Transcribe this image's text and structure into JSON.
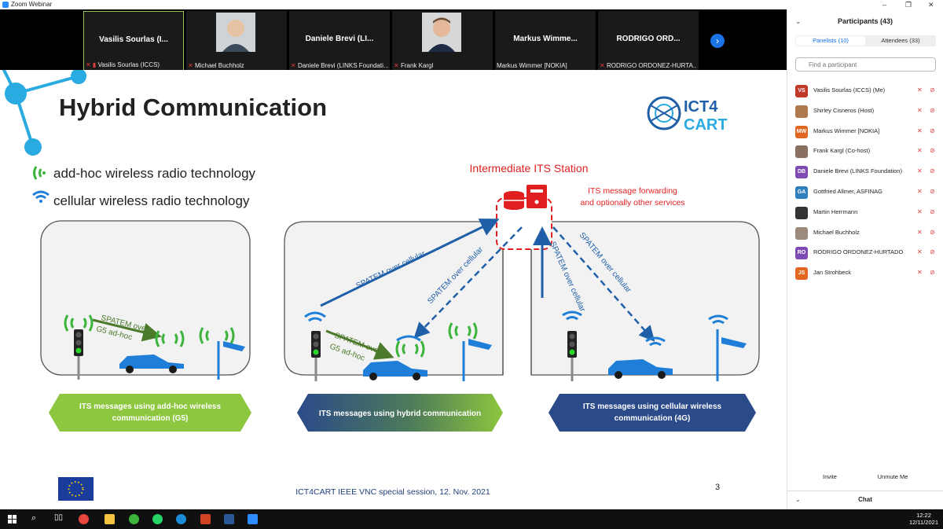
{
  "window": {
    "title": "Zoom Webinar",
    "controls": [
      "–",
      "❐",
      "✕"
    ]
  },
  "video_strip": [
    {
      "name": "Vasilis Sourlas (I...",
      "label": "Vasilis Sourlas (ICCS)"
    },
    {
      "name": "",
      "label": "Michael Buchholz"
    },
    {
      "name": "Daniele Brevi (LI...",
      "label": "Daniele Brevi (LINKS Foundati..."
    },
    {
      "name": "",
      "label": "Frank Kargl"
    },
    {
      "name": "Markus Wimme...",
      "label": "Markus Wimmer [NOKIA]"
    },
    {
      "name": "RODRIGO ORD...",
      "label": "RODRIGO ORDONEZ-HURTA..."
    }
  ],
  "slide": {
    "title": "Hybrid Communication",
    "logo_top": "ICT4",
    "logo_bottom": "CART",
    "legend": [
      "add-hoc wireless radio technology",
      "cellular wireless radio technology"
    ],
    "station_title": "Intermediate ITS Station",
    "station_note_1": "ITS message forwarding",
    "station_note_2": "and optionally other services",
    "spatem_cellular": "SPATEM over cellular",
    "spatem_g5_1": "SPATEM over",
    "spatem_g5_2": "G5 ad-hoc",
    "banner1_l1": "ITS messages using add-hoc wireless",
    "banner1_l2": "communication (G5)",
    "banner2": "ITS messages using hybrid communication",
    "banner3_l1": "ITS messages using cellular wireless",
    "banner3_l2": "communication (4G)",
    "footer": "ICT4CART IEEE VNC special session, 12. Nov. 2021",
    "page": "3"
  },
  "panel": {
    "title": "Participants (43)",
    "tab_panelists": "Panelists (10)",
    "tab_attendees": "Attendees (33)",
    "search_placeholder": "Find a participant",
    "participants": [
      {
        "initials": "VS",
        "color": "#c0392b",
        "name": "Vasilis Sourlas (ICCS) (Me)"
      },
      {
        "initials": "",
        "color": "#b07a4f",
        "name": "Shirley Cisneros (Host)"
      },
      {
        "initials": "MW",
        "color": "#e0671f",
        "name": "Markus Wimmer [NOKIA]"
      },
      {
        "initials": "",
        "color": "#8a7060",
        "name": "Frank Kargl (Co-host)"
      },
      {
        "initials": "DB",
        "color": "#7d4bb3",
        "name": "Daniele Brevi (LINKS Foundation)"
      },
      {
        "initials": "GA",
        "color": "#2f7fbf",
        "name": "Gottfried Allmer, ASFINAG"
      },
      {
        "initials": "",
        "color": "#333333",
        "name": "Martin Herrmann"
      },
      {
        "initials": "",
        "color": "#9c8a7c",
        "name": "Michael Buchholz"
      },
      {
        "initials": "RO",
        "color": "#7d4bb3",
        "name": "RODRIGO ORDONEZ-HURTADO"
      },
      {
        "initials": "JS",
        "color": "#e0671f",
        "name": "Jan Strohbeck"
      }
    ],
    "invite": "Invite",
    "unmute": "Unmute Me",
    "chat": "Chat"
  },
  "clock": {
    "time": "12:22",
    "date": "12/11/2021"
  }
}
